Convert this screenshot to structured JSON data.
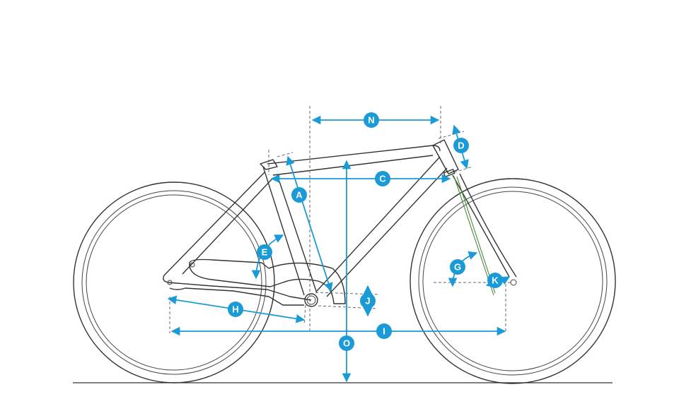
{
  "title": "Bike geometry diagram",
  "accent_color": "#1a9ad7",
  "labels": {
    "N": "N",
    "D": "D",
    "C": "C",
    "A": "A",
    "O": "O",
    "E": "E",
    "G": "G",
    "K": "K",
    "J": "J",
    "H": "H",
    "I": "I"
  }
}
